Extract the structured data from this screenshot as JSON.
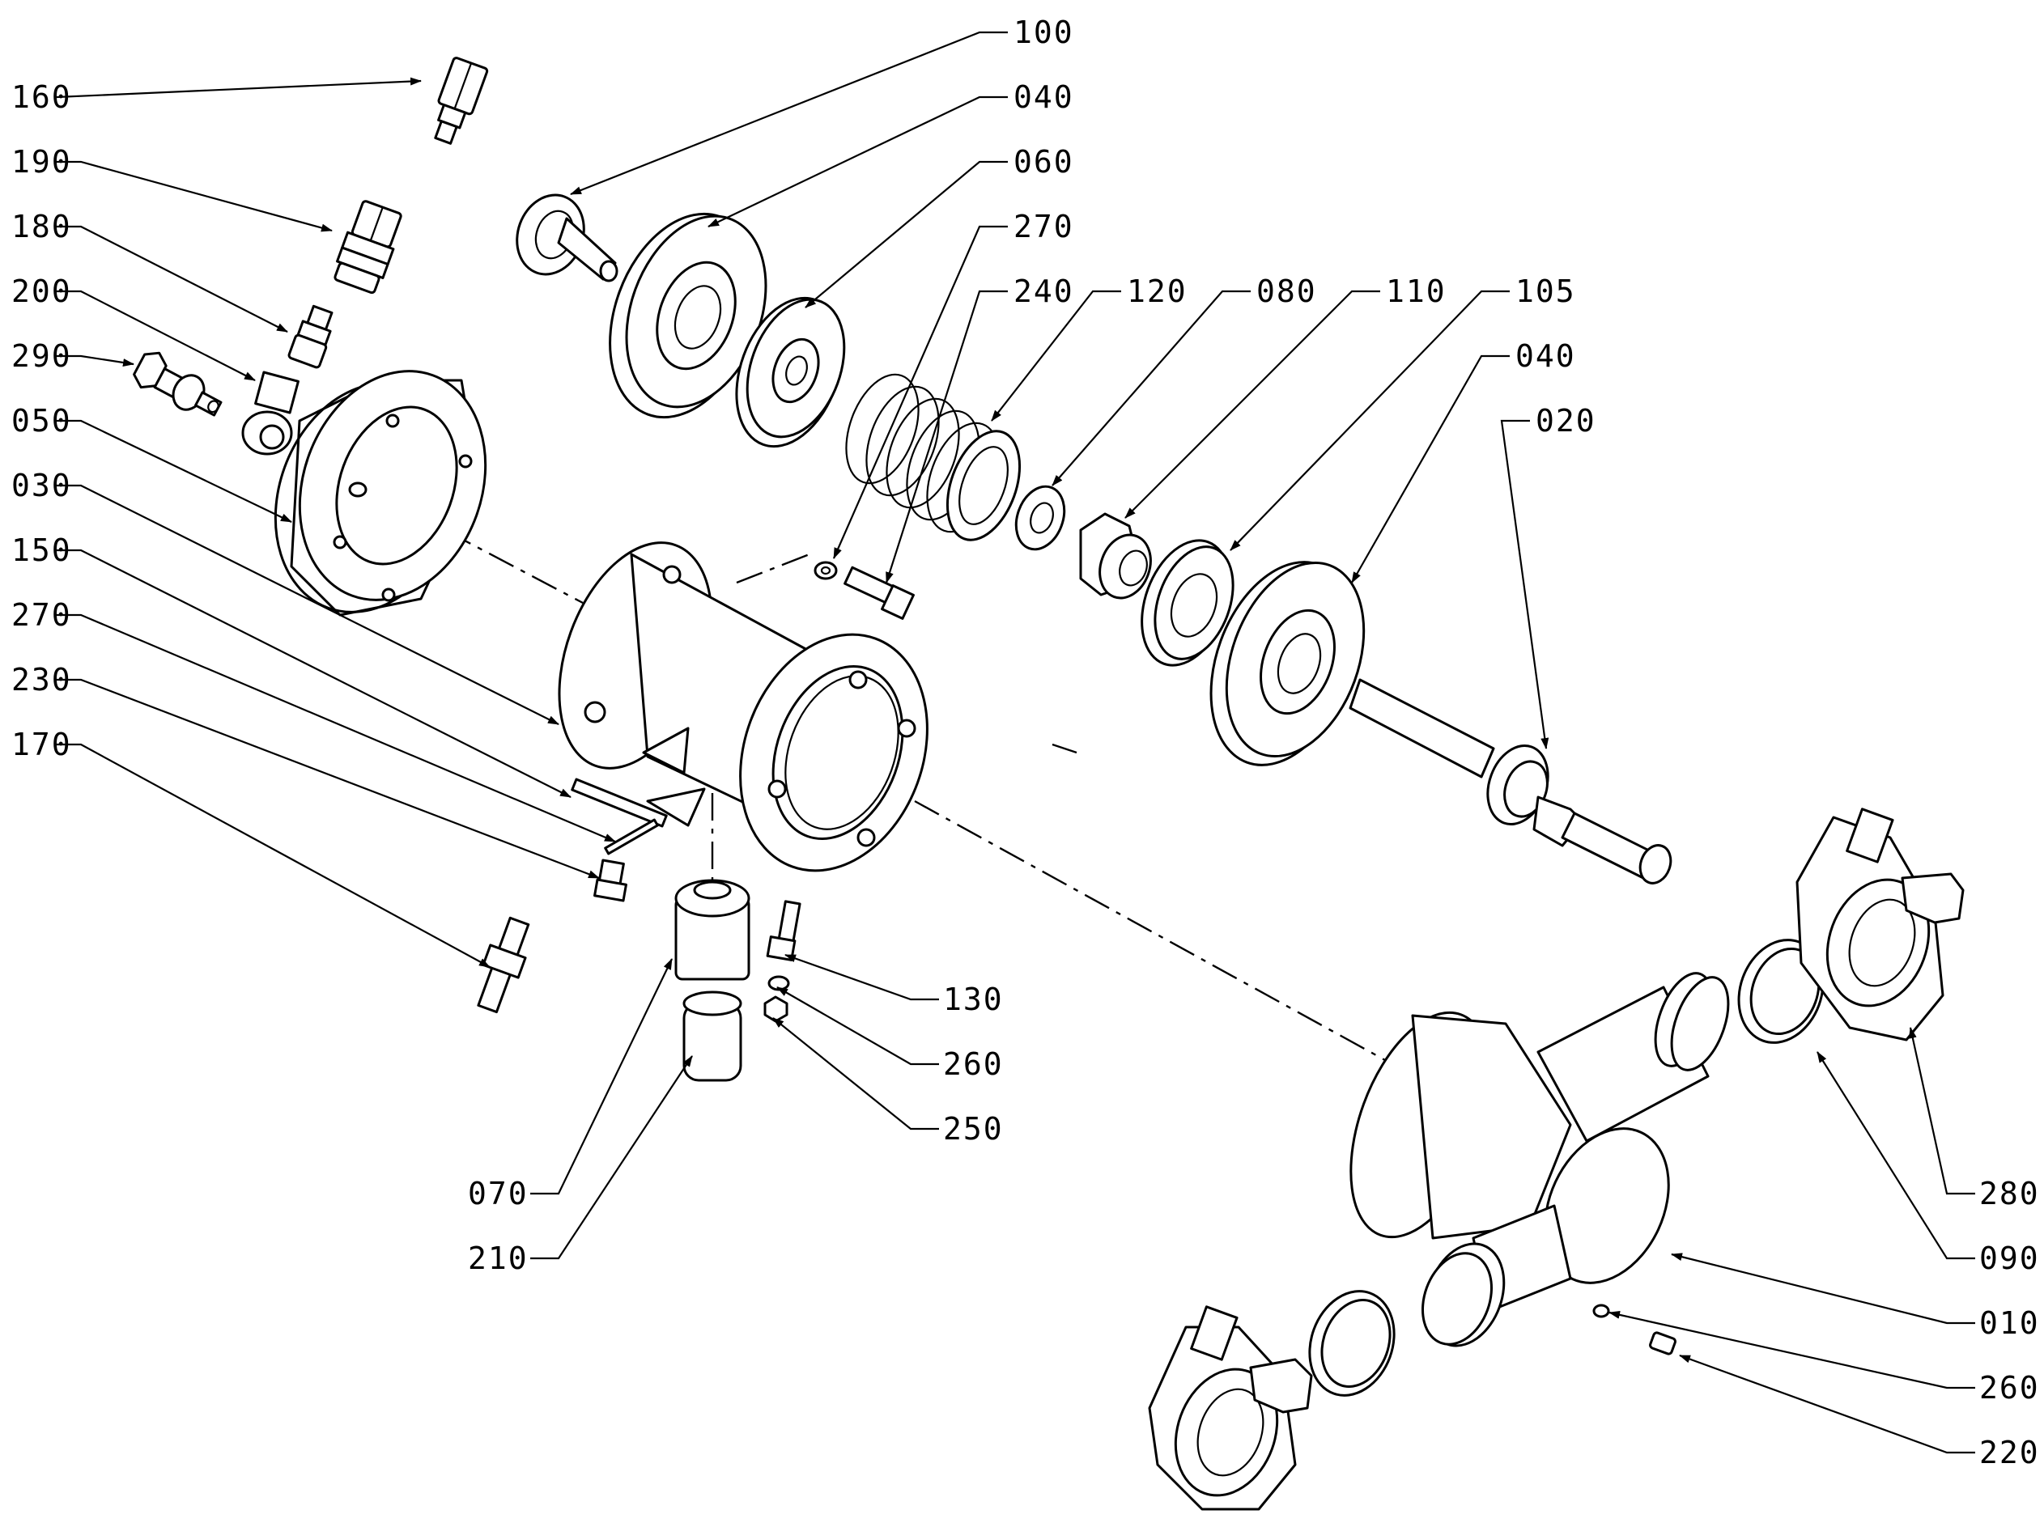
{
  "diagram": {
    "callouts": [
      {
        "id": "c-100-top",
        "label": "100"
      },
      {
        "id": "c-040-top",
        "label": "040"
      },
      {
        "id": "c-060",
        "label": "060"
      },
      {
        "id": "c-270-top",
        "label": "270"
      },
      {
        "id": "c-240",
        "label": "240"
      },
      {
        "id": "c-120",
        "label": "120"
      },
      {
        "id": "c-080",
        "label": "080"
      },
      {
        "id": "c-110",
        "label": "110"
      },
      {
        "id": "c-105",
        "label": "105"
      },
      {
        "id": "c-040-right",
        "label": "040"
      },
      {
        "id": "c-020",
        "label": "020"
      },
      {
        "id": "c-160",
        "label": "160"
      },
      {
        "id": "c-190",
        "label": "190"
      },
      {
        "id": "c-180",
        "label": "180"
      },
      {
        "id": "c-200",
        "label": "200"
      },
      {
        "id": "c-290",
        "label": "290"
      },
      {
        "id": "c-050",
        "label": "050"
      },
      {
        "id": "c-030",
        "label": "030"
      },
      {
        "id": "c-150",
        "label": "150"
      },
      {
        "id": "c-270-left",
        "label": "270"
      },
      {
        "id": "c-230",
        "label": "230"
      },
      {
        "id": "c-170",
        "label": "170"
      },
      {
        "id": "c-130",
        "label": "130"
      },
      {
        "id": "c-260-mid",
        "label": "260"
      },
      {
        "id": "c-250",
        "label": "250"
      },
      {
        "id": "c-070",
        "label": "070"
      },
      {
        "id": "c-210",
        "label": "210"
      },
      {
        "id": "c-280",
        "label": "280"
      },
      {
        "id": "c-090",
        "label": "090"
      },
      {
        "id": "c-010",
        "label": "010"
      },
      {
        "id": "c-260-right",
        "label": "260"
      },
      {
        "id": "c-220",
        "label": "220"
      }
    ]
  }
}
